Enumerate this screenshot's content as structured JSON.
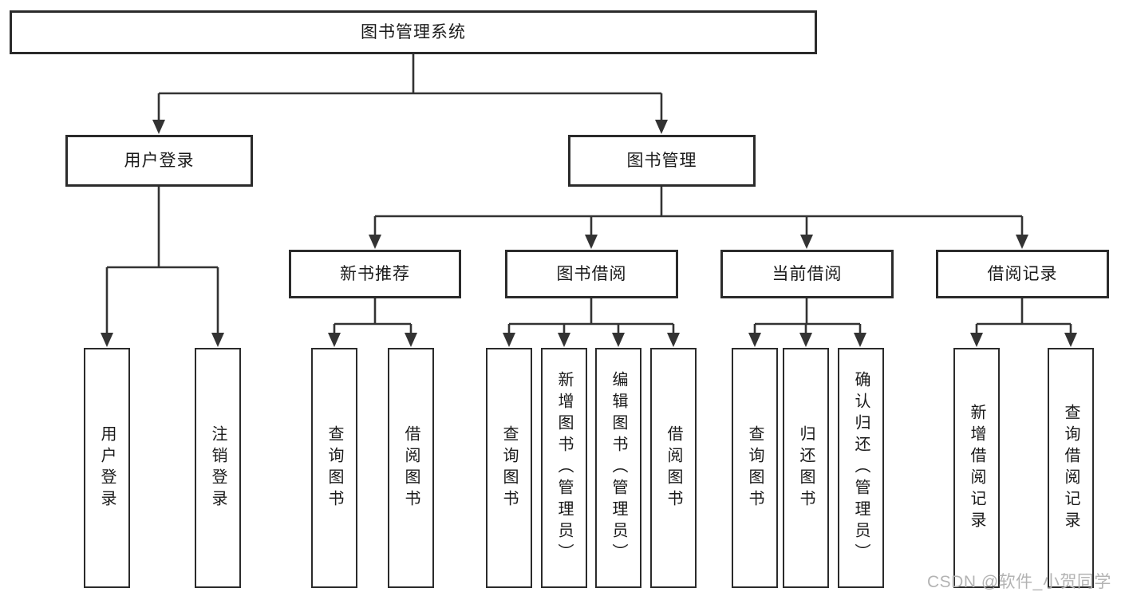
{
  "diagram": {
    "type": "tree",
    "root": {
      "label": "图书管理系统"
    },
    "level2": [
      {
        "id": "user-login",
        "label": "用户登录"
      },
      {
        "id": "book-management",
        "label": "图书管理"
      }
    ],
    "level3": [
      {
        "id": "new-book-recommend",
        "parent": "图书管理",
        "label": "新书推荐"
      },
      {
        "id": "book-borrow",
        "parent": "图书管理",
        "label": "图书借阅"
      },
      {
        "id": "current-borrow",
        "parent": "图书管理",
        "label": "当前借阅"
      },
      {
        "id": "borrow-records",
        "parent": "图书管理",
        "label": "借阅记录"
      }
    ],
    "leaves": [
      {
        "parent": "用户登录",
        "label": "用户登录"
      },
      {
        "parent": "用户登录",
        "label": "注销登录"
      },
      {
        "parent": "新书推荐",
        "label": "查询图书"
      },
      {
        "parent": "新书推荐",
        "label": "借阅图书"
      },
      {
        "parent": "图书借阅",
        "label": "查询图书"
      },
      {
        "parent": "图书借阅",
        "label": "新增图书（管理员）"
      },
      {
        "parent": "图书借阅",
        "label": "编辑图书（管理员）"
      },
      {
        "parent": "图书借阅",
        "label": "借阅图书"
      },
      {
        "parent": "当前借阅",
        "label": "查询图书"
      },
      {
        "parent": "当前借阅",
        "label": "归还图书"
      },
      {
        "parent": "当前借阅",
        "label": "确认归还（管理员）"
      },
      {
        "parent": "借阅记录",
        "label": "新增借阅记录"
      },
      {
        "parent": "借阅记录",
        "label": "查询借阅记录"
      }
    ]
  },
  "watermark": {
    "text": "CSDN @软件_小贺同学"
  },
  "colors": {
    "background": "#ffffff",
    "line": "#333333",
    "box_border": "#2b2b2b",
    "text": "#1a1a1a",
    "watermark": "#b3b3b3"
  }
}
